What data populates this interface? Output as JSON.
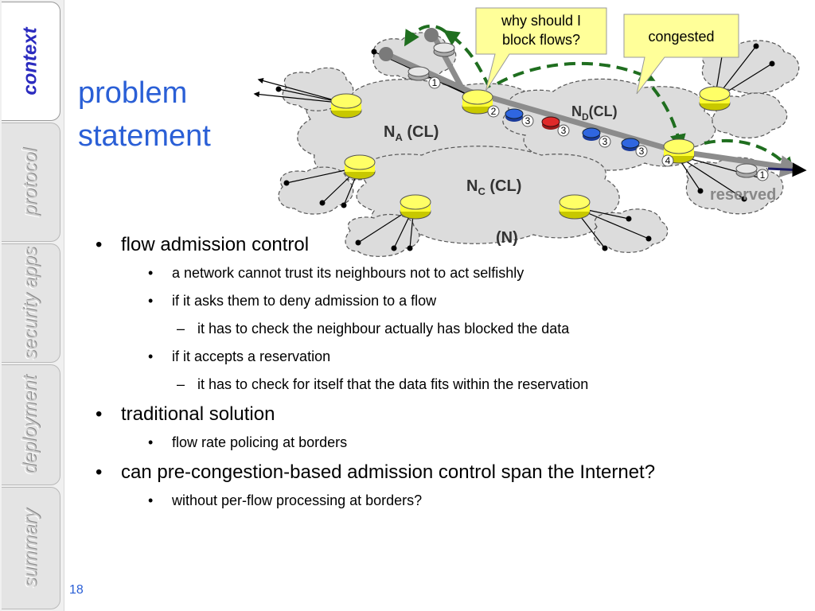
{
  "tabs": [
    {
      "label": "context",
      "active": true
    },
    {
      "label": "protocol",
      "active": false
    },
    {
      "label": "security apps",
      "active": false
    },
    {
      "label": "deployment",
      "active": false
    },
    {
      "label": "summary",
      "active": false
    }
  ],
  "title": {
    "line1": "problem",
    "line2": "statement"
  },
  "diagram": {
    "callout_left": {
      "line1": "why should I",
      "line2": "block flows?"
    },
    "callout_right": "congested",
    "net_a_base": "N",
    "net_a_sub": "A",
    "net_a_rest": " (CL)",
    "net_c_base": "N",
    "net_c_sub": "C",
    "net_c_rest": " (CL)",
    "net_d_base": "N",
    "net_d_sub": "D",
    "net_d_rest": "(CL)",
    "net_n": "(N)",
    "reserved": "reserved",
    "markers": [
      "1",
      "2",
      "3",
      "3",
      "3",
      "3",
      "4",
      "1"
    ]
  },
  "bullets": [
    {
      "level": 1,
      "text": "flow admission control"
    },
    {
      "level": 2,
      "text": "a network cannot trust its neighbours not to act selfishly"
    },
    {
      "level": 2,
      "text": "if it asks them to deny admission to a flow"
    },
    {
      "level": 3,
      "text": "it has to check the neighbour actually has blocked the data"
    },
    {
      "level": 2,
      "text": "if it accepts a reservation"
    },
    {
      "level": 3,
      "text": "it has to check for itself that the data fits within the reservation"
    },
    {
      "level": 1,
      "text": "traditional solution"
    },
    {
      "level": 2,
      "text": "flow rate policing at borders"
    },
    {
      "level": 1,
      "text": "can pre-congestion-based admission control span the Internet?"
    },
    {
      "level": 2,
      "text": "without per-flow processing at borders?"
    }
  ],
  "bullet_symbols": {
    "level1": "•",
    "level2": "•",
    "level3": "–"
  },
  "page_number": "18",
  "colors": {
    "title": "#2a5fd6",
    "active_tab": "#2b2bbf",
    "callout": "#ffff99",
    "router": "#ffff33",
    "arrow_green": "#1f6e1f",
    "reserved_text": "#888888"
  }
}
